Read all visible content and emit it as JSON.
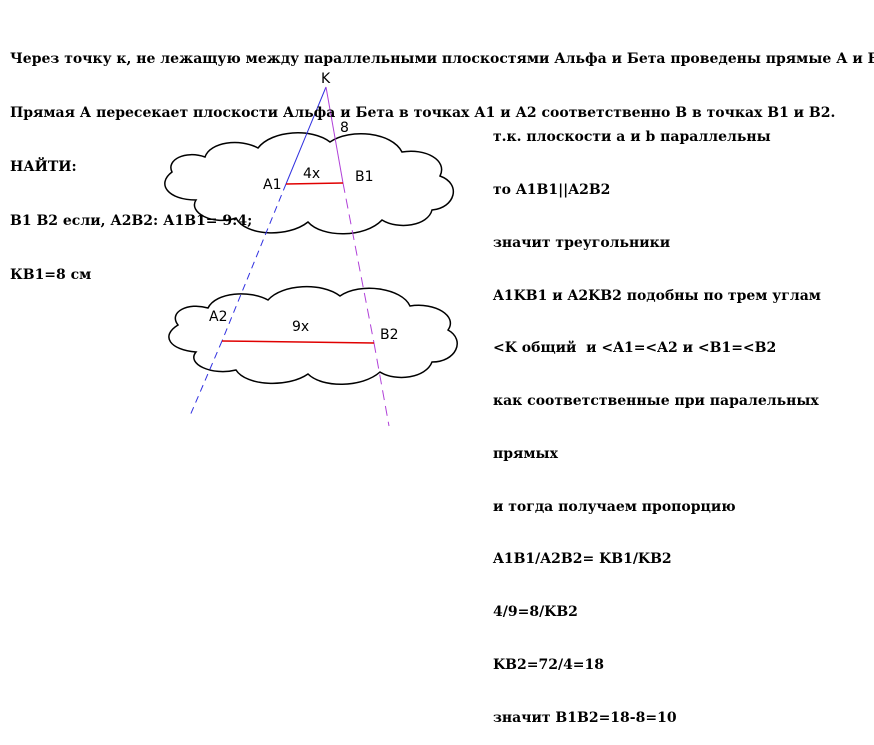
{
  "problem": {
    "lines": [
      "Через точку к, не лежащую между параллельными плоскостями Альфа и Бета проведены прямые А и В.",
      "Прямая А пересекает плоскости Альфа и Бета в точках А1 и А2 соответственно В в точках В1 и В2.",
      "НАЙТИ:",
      "В1 В2 если, А2В2: А1В1= 9:4;",
      "КВ1=8 см"
    ]
  },
  "figure": {
    "labels": {
      "K": "K",
      "segment_KB1": "8",
      "segment_A1B1": "4x",
      "A1": "A1",
      "B1": "B1",
      "A2": "A2",
      "segment_A2B2": "9x",
      "B2": "B2"
    },
    "colors": {
      "line_a": "#3030e0",
      "line_b": "#b040d8",
      "segment": "#e00000",
      "cloud_stroke": "#000000"
    }
  },
  "solution": {
    "lines": [
      "т.к. плоскости a и b параллельны",
      "то A1B1||A2B2",
      "значит треугольники",
      "A1KB1 и A2KB2 подобны по трем углам",
      "<K общий  и <A1=<A2 и <B1=<B2",
      "как соответственные при паралельных",
      "прямых",
      "и тогда получаем пропорцию",
      "A1B1/A2B2= KB1/KB2",
      "4/9=8/KB2",
      "KB2=72/4=18",
      "значит B1B2=18-8=10"
    ]
  }
}
